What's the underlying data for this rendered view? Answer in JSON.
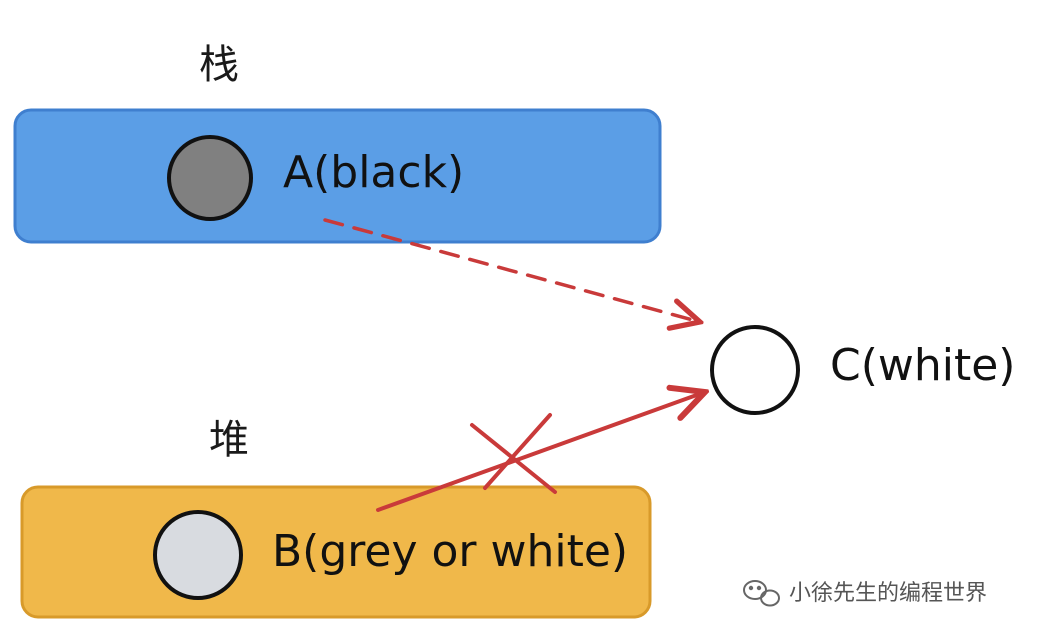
{
  "stack": {
    "title": "栈",
    "color": "#5b9ee6",
    "node": {
      "label": "A(black)",
      "fill": "#808080"
    }
  },
  "heap": {
    "title": "堆",
    "color": "#f0b84a",
    "node": {
      "label": "B(grey or white)",
      "fill": "#d8dbe0"
    }
  },
  "target": {
    "label": "C(white)",
    "fill": "#ffffff"
  },
  "edges": {
    "color": "#c93a3a",
    "a_to_c": "dashed",
    "b_to_c": "crossed-out"
  },
  "watermark": {
    "text": "小徐先生的编程世界",
    "icon": "wechat-icon"
  }
}
